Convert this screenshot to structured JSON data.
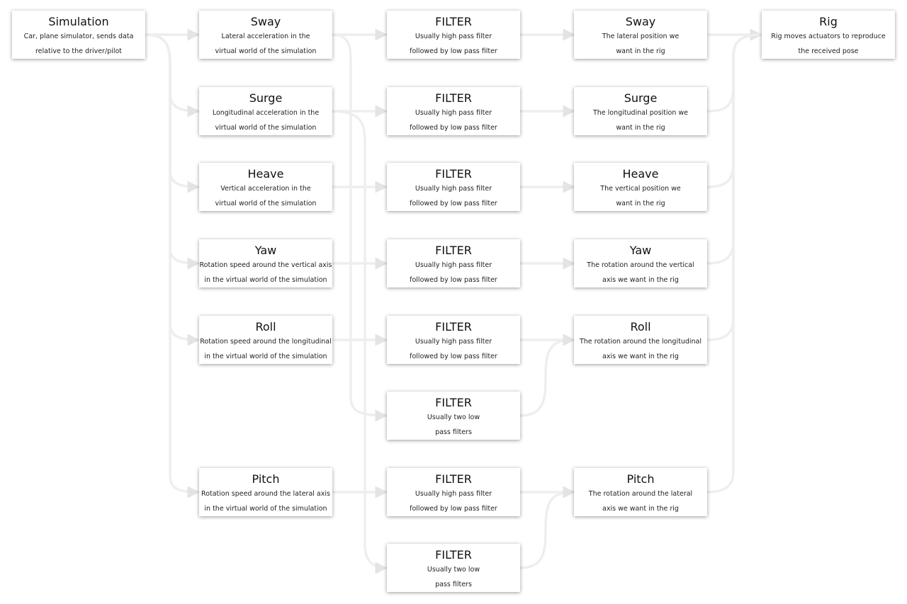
{
  "nodes": {
    "simulation": {
      "title": "Simulation",
      "line1": "Car, plane simulator, sends data",
      "line2": "relative to the driver/pilot"
    },
    "sway_in": {
      "title": "Sway",
      "line1": "Lateral acceleration in the",
      "line2": "virtual world of the simulation"
    },
    "surge_in": {
      "title": "Surge",
      "line1": "Longitudinal acceleration in the",
      "line2": "virtual world of the simulation"
    },
    "heave_in": {
      "title": "Heave",
      "line1": "Vertical acceleration in the",
      "line2": "virtual world of the simulation"
    },
    "yaw_in": {
      "title": "Yaw",
      "line1": "Rotation speed around the vertical axis",
      "line2": "in the virtual world of the simulation"
    },
    "roll_in": {
      "title": "Roll",
      "line1": "Rotation speed around the longitudinal",
      "line2": "in the virtual world of the simulation"
    },
    "pitch_in": {
      "title": "Pitch",
      "line1": "Rotation speed around the lateral axis",
      "line2": "in the virtual world of the simulation"
    },
    "filter_sway": {
      "title": "FILTER",
      "line1": "Usually high pass filter",
      "line2": "followed by low pass filter"
    },
    "filter_surge": {
      "title": "FILTER",
      "line1": "Usually high pass filter",
      "line2": "followed by low pass filter"
    },
    "filter_heave": {
      "title": "FILTER",
      "line1": "Usually high pass filter",
      "line2": "followed by low pass filter"
    },
    "filter_yaw": {
      "title": "FILTER",
      "line1": "Usually high pass filter",
      "line2": "followed by low pass filter"
    },
    "filter_roll": {
      "title": "FILTER",
      "line1": "Usually high pass filter",
      "line2": "followed by low pass filter"
    },
    "filter_roll_low": {
      "title": "FILTER",
      "line1": "Usually two low",
      "line2": "pass filters"
    },
    "filter_pitch": {
      "title": "FILTER",
      "line1": "Usually high pass filter",
      "line2": "followed by low pass filter"
    },
    "filter_pitch_low": {
      "title": "FILTER",
      "line1": "Usually two low",
      "line2": "pass filters"
    },
    "sway_out": {
      "title": "Sway",
      "line1": "The lateral position we",
      "line2": "want in the rig"
    },
    "surge_out": {
      "title": "Surge",
      "line1": "The longitudinal position we",
      "line2": "want in the rig"
    },
    "heave_out": {
      "title": "Heave",
      "line1": "The vertical position we",
      "line2": "want in the rig"
    },
    "yaw_out": {
      "title": "Yaw",
      "line1": "The rotation around the vertical",
      "line2": "axis we want in the rig"
    },
    "roll_out": {
      "title": "Roll",
      "line1": "The rotation around the longitudinal",
      "line2": "axis we want in the rig"
    },
    "pitch_out": {
      "title": "Pitch",
      "line1": "The rotation around the lateral",
      "line2": "axis we want in the rig"
    },
    "rig": {
      "title": "Rig",
      "line1": "Rig moves actuators to reproduce",
      "line2": "the received pose"
    }
  },
  "colors": {
    "wire": "#eeeeee",
    "arrow": "#e6e6e6"
  }
}
